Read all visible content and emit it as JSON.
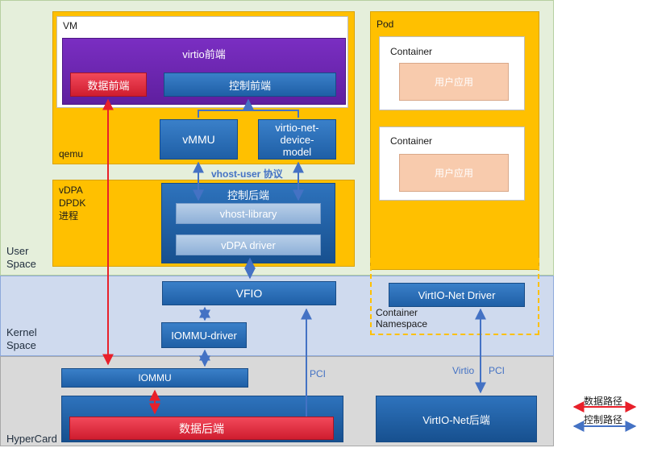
{
  "layers": {
    "user": "User\nSpace",
    "kernel": "Kernel\nSpace",
    "hw": "HyperCard"
  },
  "qemu": {
    "label": "qemu",
    "vm_label": "VM",
    "virtio_frontend": "virtio前端",
    "data_frontend": "数据前端",
    "control_frontend": "控制前端",
    "vmmu": "vMMU",
    "virtio_net_device_model": "virtio-net-\ndevice-\nmodel"
  },
  "vhost_user_protocol": "vhost-user 协议",
  "vdpa": {
    "label": "vDPA\nDPDK\n进程",
    "control_backend": "控制后端",
    "vhost_library": "vhost-library",
    "vdpa_driver": "vDPA driver"
  },
  "kernel": {
    "vfio": "VFIO",
    "iommu_driver": "IOMMU-driver"
  },
  "hw": {
    "iommu": "IOMMU",
    "data_backend": "数据后端",
    "pci_label": "PCI",
    "virtio_net_backend": "VirtIO-Net后端",
    "virtio_label": "Virtio",
    "pci_label_2": "PCI"
  },
  "pod": {
    "label": "Pod",
    "containers": [
      {
        "label": "Container",
        "app": "用户应用"
      },
      {
        "label": "Container",
        "app": "用户应用"
      }
    ],
    "virtio_net_driver": "VirtIO-Net Driver",
    "namespace_label": "Container\nNamespace"
  },
  "legend": {
    "data_path": "数据路径",
    "control_path": "控制路径"
  },
  "colors": {
    "data_path": "#e8202a",
    "control_path": "#4472c4",
    "orange": "#ffc000",
    "purple": "#6a24ad",
    "blue": "#1f5fa6"
  }
}
